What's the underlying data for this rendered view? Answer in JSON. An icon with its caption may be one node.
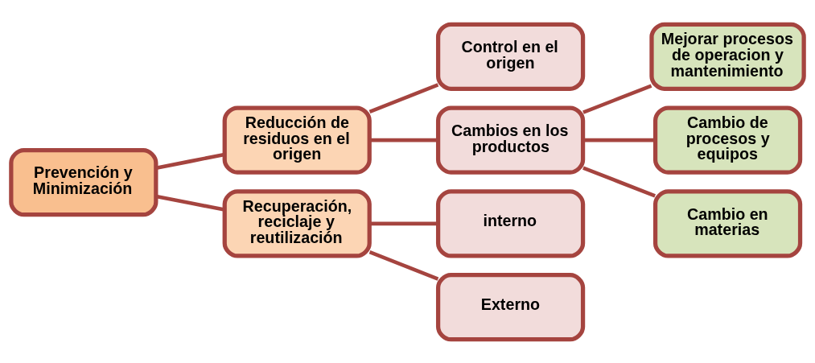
{
  "diagram": {
    "nodes": [
      {
        "text": [
          "Prevención y Minimización"
        ]
      },
      {
        "text": [
          "Reducción de residuos en el origen"
        ]
      },
      {
        "text": [
          "Recuperación, reciclaje y reutilización"
        ]
      },
      {
        "text": [
          "Control en el origen"
        ]
      },
      {
        "text": [
          "Cambios en los productos"
        ]
      },
      {
        "text": [
          "interno"
        ]
      },
      {
        "text": [
          "Externo"
        ]
      },
      {
        "text": [
          "Mejorar procesos de operacion y mantenimiento"
        ]
      },
      {
        "text": [
          "Cambio de procesos y equipos"
        ]
      },
      {
        "text": [
          "Cambio en materias"
        ]
      }
    ],
    "edges": [
      {
        "from": 0,
        "to": 1,
        "arrow": "none"
      },
      {
        "from": 0,
        "to": 2,
        "arrow": "none"
      },
      {
        "from": 1,
        "to": 3,
        "arrow": "none"
      },
      {
        "from": 1,
        "to": 4,
        "arrow": "none"
      },
      {
        "from": 4,
        "to": 7,
        "arrow": "none"
      },
      {
        "from": 4,
        "to": 8,
        "arrow": "none"
      },
      {
        "from": 4,
        "to": 9,
        "arrow": "none"
      },
      {
        "from": 2,
        "to": 5,
        "arrow": "none"
      },
      {
        "from": 2,
        "to": 6,
        "arrow": "none"
      }
    ]
  }
}
